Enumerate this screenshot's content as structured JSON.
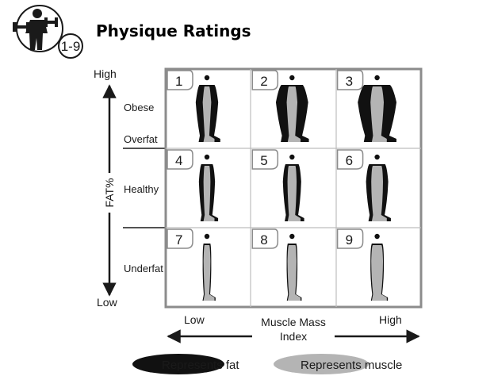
{
  "header": {
    "badge_icon": "bodybuilder-icon",
    "badge_text": "1-9",
    "title": "Physique Ratings"
  },
  "vertical_axis": {
    "label": "FAT%",
    "top": "High",
    "bottom": "Low",
    "rows": [
      "Obese",
      "Overfat",
      "Healthy",
      "Underfat"
    ]
  },
  "horizontal_axis": {
    "left": "Low",
    "center_line1": "Muscle Mass",
    "center_line2": "Index",
    "right": "High"
  },
  "grid": {
    "cells": [
      {
        "number": "1",
        "fat": 0.55,
        "muscle": 0.25
      },
      {
        "number": "2",
        "fat": 0.85,
        "muscle": 0.5
      },
      {
        "number": "3",
        "fat": 1.0,
        "muscle": 0.8
      },
      {
        "number": "4",
        "fat": 0.3,
        "muscle": 0.25
      },
      {
        "number": "5",
        "fat": 0.3,
        "muscle": 0.5
      },
      {
        "number": "6",
        "fat": 0.35,
        "muscle": 0.8
      },
      {
        "number": "7",
        "fat": 0.0,
        "muscle": 0.25
      },
      {
        "number": "8",
        "fat": 0.0,
        "muscle": 0.5
      },
      {
        "number": "9",
        "fat": 0.0,
        "muscle": 0.8
      }
    ]
  },
  "legend": {
    "fat_label": "Represents fat",
    "muscle_label": "Represents muscle"
  },
  "colors": {
    "fat": "#111111",
    "muscle": "#b4b4b4",
    "grid_border": "#8c8c8c",
    "grid_lines": "#bdbdbd",
    "text": "#1a1a1a"
  }
}
